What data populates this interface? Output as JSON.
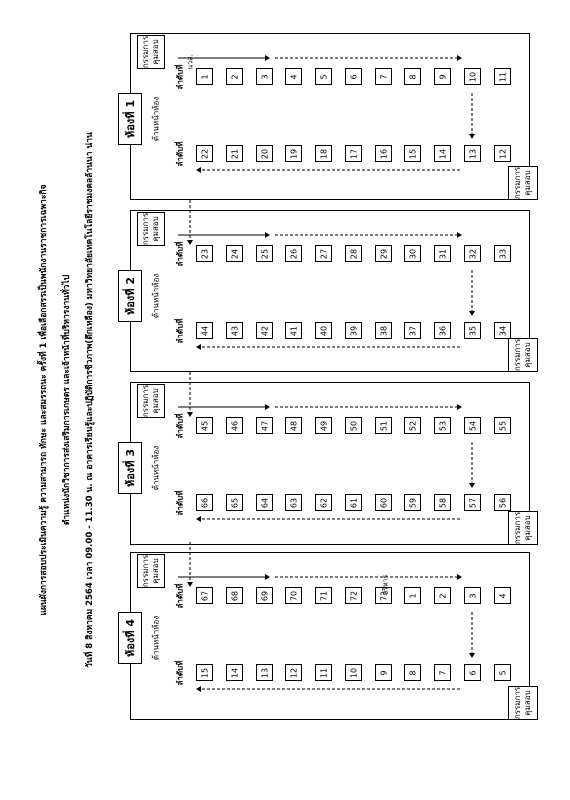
{
  "header": {
    "line1": "แผนผังการสอบประเมินความรู้ ความสามารถ ทักษะ และสมรรถนะ ครั้งที่ 1 เพื่อเลือกสรรเป็นพนักงานราชการเฉพาะกิจ",
    "line2": "ตำแหน่งนักวิชาการส่งเสริมการเกษตร และเจ้าหน้าที่บริหารงานทั่วไป",
    "line3": "วันที่ 8 สิงหาคม 2564 เวลา 09.00 - 11.30 น. ณ อาคารเรียนรู้และปฏิบัติการชีวภาพ(ตึกเหลือง) มหาวิทยาลัยเทคโนโลยีราชมงคลล้านนา น่าน"
  },
  "labels": {
    "proctor_line1": "กรรมการ",
    "proctor_line2": "คุมสอบ",
    "front": "ด้านหน้าห้อง",
    "order": "ลำดับที่",
    "extra_room1": "นวส.",
    "extra_room4": "บริหาร"
  },
  "rooms": [
    {
      "title": "ห้องที่ 1",
      "col_a": [
        "1",
        "2",
        "3",
        "4",
        "5",
        "6",
        "7",
        "8",
        "9",
        "10",
        "11"
      ],
      "col_b": [
        "22",
        "21",
        "20",
        "19",
        "18",
        "17",
        "16",
        "15",
        "14",
        "13",
        "12"
      ]
    },
    {
      "title": "ห้องที่ 2",
      "col_a": [
        "23",
        "24",
        "25",
        "26",
        "27",
        "28",
        "29",
        "30",
        "31",
        "32",
        "33"
      ],
      "col_b": [
        "44",
        "43",
        "42",
        "41",
        "40",
        "39",
        "38",
        "37",
        "36",
        "35",
        "34"
      ]
    },
    {
      "title": "ห้องที่ 3",
      "col_a": [
        "45",
        "46",
        "47",
        "48",
        "49",
        "50",
        "51",
        "52",
        "53",
        "54",
        "55"
      ],
      "col_b": [
        "66",
        "65",
        "64",
        "63",
        "62",
        "61",
        "60",
        "59",
        "58",
        "57",
        "56"
      ]
    },
    {
      "title": "ห้องที่ 4",
      "col_a": [
        "67",
        "68",
        "69",
        "70",
        "71",
        "72",
        "73",
        "1",
        "2",
        "3",
        "4"
      ],
      "col_b": [
        "15",
        "14",
        "13",
        "12",
        "11",
        "10",
        "9",
        "8",
        "7",
        "6",
        "5"
      ]
    }
  ]
}
